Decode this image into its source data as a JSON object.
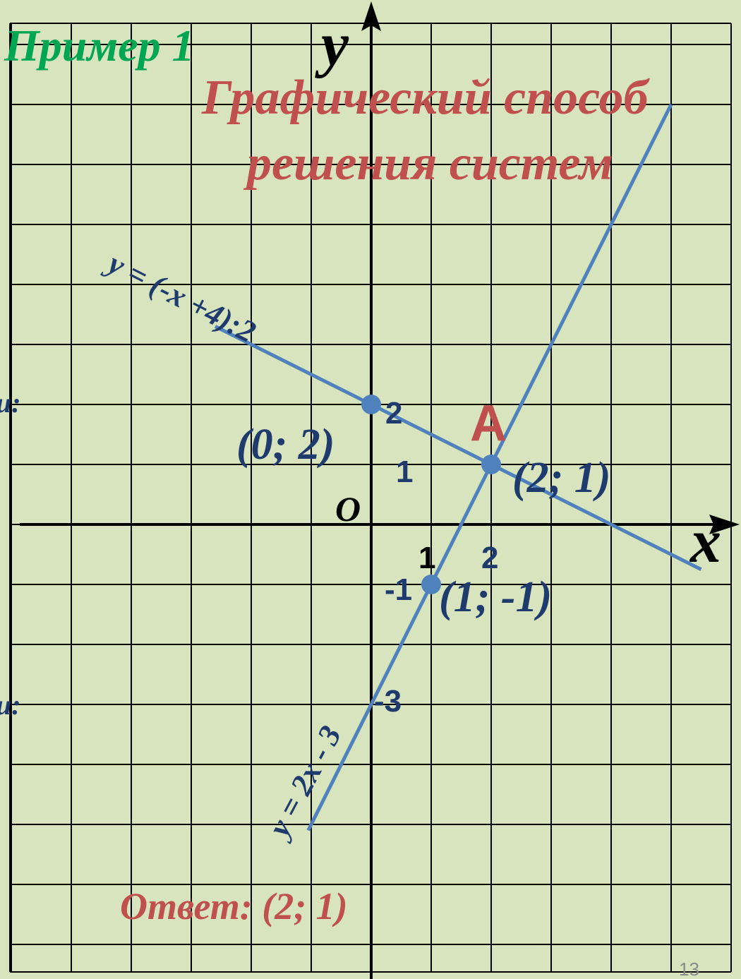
{
  "example_label": "Пример 1",
  "title_line1": "Графический способ",
  "title_line2": "решения систем",
  "axes": {
    "x_label": "x",
    "y_label": "y",
    "origin_label": "O"
  },
  "ticks": {
    "x1": "1",
    "x2": "2",
    "y1": "1",
    "y2": "2",
    "ym1": "-1",
    "ym3": "-3"
  },
  "line1": {
    "equation": "y = (-x +4):2",
    "x_range": [
      -2.6,
      5.5
    ]
  },
  "line2": {
    "equation": "y = 2x - 3",
    "x_range": [
      -1.05,
      5.0
    ]
  },
  "points": {
    "p02": {
      "x": 0,
      "y": 2,
      "label": "(0; 2)"
    },
    "p21": {
      "x": 2,
      "y": 1,
      "label": "(2; 1)"
    },
    "p1m1": {
      "x": 1,
      "y": -1,
      "label": "(1; -1)"
    }
  },
  "intersection_label": "A",
  "answer": "Ответ: (2; 1)",
  "edge_text_upper": "и:",
  "edge_text_lower": "и:",
  "slide_number": "13",
  "colors": {
    "background": "#d7e4bd",
    "grid": "#000000",
    "line": "#4f81bd",
    "point_label": "#1f3b6e",
    "title": "#c0504d",
    "example": "#00a651"
  }
}
